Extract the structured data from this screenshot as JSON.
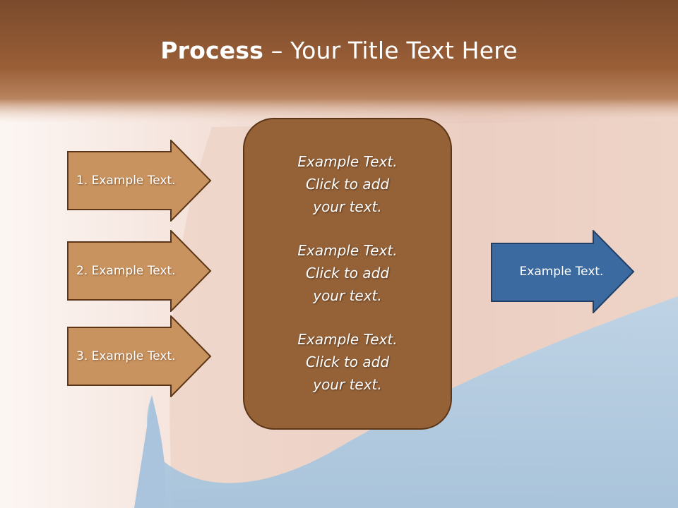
{
  "slide": {
    "title_bold": "Process",
    "title_rest": " – Your Title Text Here"
  },
  "inputs": [
    {
      "label": "1. Example Text."
    },
    {
      "label": "2. Example Text."
    },
    {
      "label": "3. Example Text."
    }
  ],
  "center": {
    "items": [
      {
        "text": "Example Text.\nClick  to add\nyour text."
      },
      {
        "text": "Example Text.\nClick  to add\nyour text."
      },
      {
        "text": "Example Text.\nClick  to add\nyour text."
      }
    ]
  },
  "output": {
    "label": "Example Text."
  },
  "colors": {
    "header_brown": "#9a5f37",
    "input_arrow_fill": "#c9935f",
    "input_arrow_border": "#5c3616",
    "center_fill": "#956238",
    "output_arrow_fill": "#3a6aa0",
    "output_arrow_border": "#1f3f66"
  }
}
